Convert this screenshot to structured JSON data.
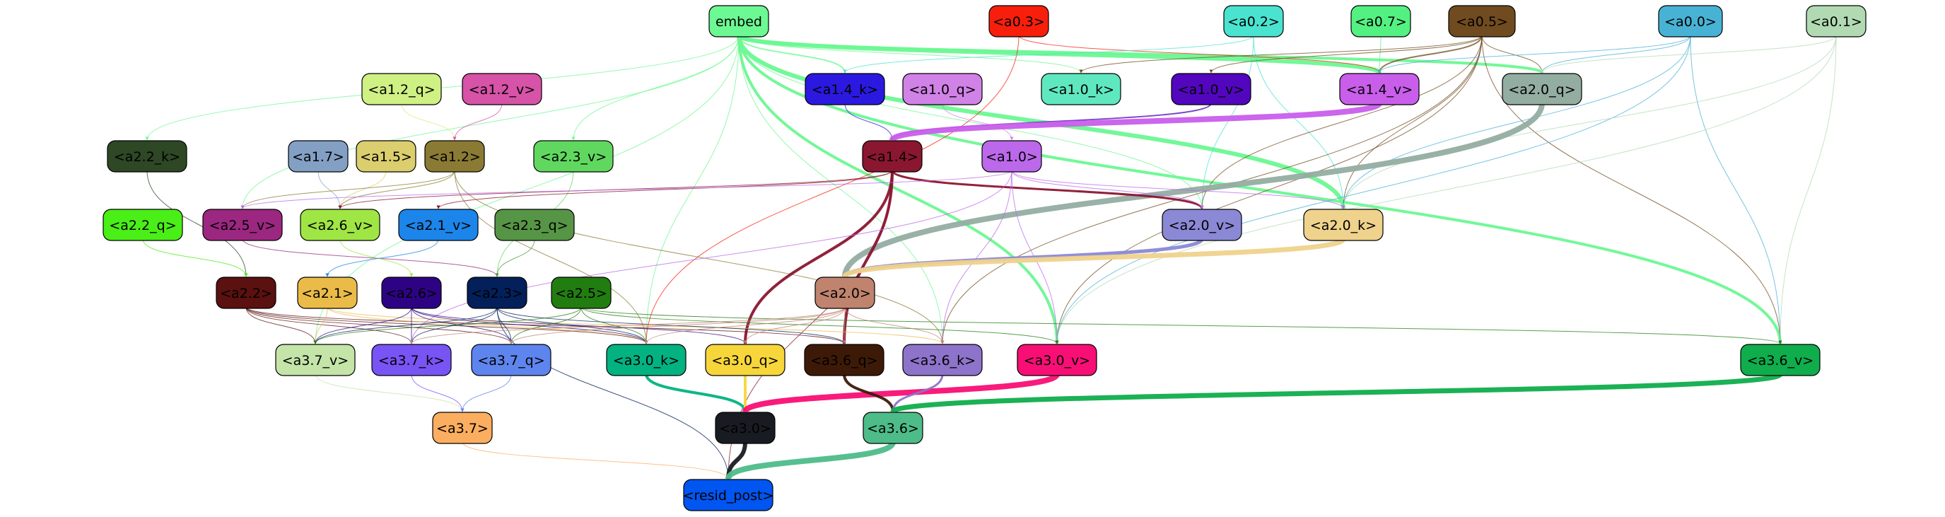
{
  "graph": {
    "nodes": [
      {
        "id": "embed",
        "label": "embed",
        "fill": "#6cf892",
        "text": "#000000"
      },
      {
        "id": "a0_3",
        "label": "<a0.3>",
        "fill": "#f71f0c",
        "text": "#000000"
      },
      {
        "id": "a0_2",
        "label": "<a0.2>",
        "fill": "#4ae3d0",
        "text": "#000000"
      },
      {
        "id": "a0_7",
        "label": "<a0.7>",
        "fill": "#53f182",
        "text": "#000000"
      },
      {
        "id": "a0_5",
        "label": "<a0.5>",
        "fill": "#704b1f",
        "text": "#000000"
      },
      {
        "id": "a0_0",
        "label": "<a0.0>",
        "fill": "#48b2d5",
        "text": "#000000"
      },
      {
        "id": "a0_1",
        "label": "<a0.1>",
        "fill": "#b1dab3",
        "text": "#000000"
      },
      {
        "id": "a1_2q",
        "label": "<a1.2_q>",
        "fill": "#cff083",
        "text": "#000000"
      },
      {
        "id": "a1_2v",
        "label": "<a1.2_v>",
        "fill": "#d653a7",
        "text": "#000000"
      },
      {
        "id": "a1_4k",
        "label": "<a1.4_k>",
        "fill": "#2b19e0",
        "text": "#000000"
      },
      {
        "id": "a1_0q",
        "label": "<a1.0_q>",
        "fill": "#d082e7",
        "text": "#000000"
      },
      {
        "id": "a1_0k",
        "label": "<a1.0_k>",
        "fill": "#5fe8bf",
        "text": "#000000"
      },
      {
        "id": "a1_0v",
        "label": "<a1.0_v>",
        "fill": "#5206be",
        "text": "#000000"
      },
      {
        "id": "a1_4v",
        "label": "<a1.4_v>",
        "fill": "#c95eeb",
        "text": "#000000"
      },
      {
        "id": "a2_0q",
        "label": "<a2.0_q>",
        "fill": "#94ada1",
        "text": "#000000"
      },
      {
        "id": "a2_2k",
        "label": "<a2.2_k>",
        "fill": "#2e4725",
        "text": "#000000"
      },
      {
        "id": "a1_7",
        "label": "<a1.7>",
        "fill": "#83a0c4",
        "text": "#000000"
      },
      {
        "id": "a1_5",
        "label": "<a1.5>",
        "fill": "#dbce6e",
        "text": "#000000"
      },
      {
        "id": "a1_2",
        "label": "<a1.2>",
        "fill": "#8a7a34",
        "text": "#000000"
      },
      {
        "id": "a2_3v",
        "label": "<a2.3_v>",
        "fill": "#60d85f",
        "text": "#000000"
      },
      {
        "id": "a1_4",
        "label": "<a1.4>",
        "fill": "#8b1630",
        "text": "#000000"
      },
      {
        "id": "a1_0",
        "label": "<a1.0>",
        "fill": "#bb68ea",
        "text": "#000000"
      },
      {
        "id": "a2_2q",
        "label": "<a2.2_q>",
        "fill": "#49ef16",
        "text": "#000000"
      },
      {
        "id": "a2_5v",
        "label": "<a2.5_v>",
        "fill": "#9b2780",
        "text": "#000000"
      },
      {
        "id": "a2_6v",
        "label": "<a2.6_v>",
        "fill": "#9fe544",
        "text": "#000000"
      },
      {
        "id": "a2_1v",
        "label": "<a2.1_v>",
        "fill": "#1c85ea",
        "text": "#000000"
      },
      {
        "id": "a2_3q",
        "label": "<a2.3_q>",
        "fill": "#569545",
        "text": "#000000"
      },
      {
        "id": "a2_0v",
        "label": "<a2.0_v>",
        "fill": "#8b88d5",
        "text": "#000000"
      },
      {
        "id": "a2_0k",
        "label": "<a2.0_k>",
        "fill": "#efd28c",
        "text": "#000000"
      },
      {
        "id": "a2_2",
        "label": "<a2.2>",
        "fill": "#5b110f",
        "text": "#000000"
      },
      {
        "id": "a2_1",
        "label": "<a2.1>",
        "fill": "#ebbb49",
        "text": "#000000"
      },
      {
        "id": "a2_6",
        "label": "<a2.6>",
        "fill": "#2e0383",
        "text": "#000000"
      },
      {
        "id": "a2_3",
        "label": "<a2.3>",
        "fill": "#03205b",
        "text": "#000000"
      },
      {
        "id": "a2_5",
        "label": "<a2.5>",
        "fill": "#227d11",
        "text": "#000000"
      },
      {
        "id": "a2_0",
        "label": "<a2.0>",
        "fill": "#bf836e",
        "text": "#000000"
      },
      {
        "id": "a3_7v",
        "label": "<a3.7_v>",
        "fill": "#c4e4a8",
        "text": "#000000"
      },
      {
        "id": "a3_7k",
        "label": "<a3.7_k>",
        "fill": "#7854f5",
        "text": "#000000"
      },
      {
        "id": "a3_7q",
        "label": "<a3.7_q>",
        "fill": "#5e84ee",
        "text": "#000000"
      },
      {
        "id": "a3_0k",
        "label": "<a3.0_k>",
        "fill": "#03b281",
        "text": "#000000"
      },
      {
        "id": "a3_0q",
        "label": "<a3.0_q>",
        "fill": "#f7d63c",
        "text": "#000000"
      },
      {
        "id": "a3_6q",
        "label": "<a3.6_q>",
        "fill": "#3d1a08",
        "text": "#000000"
      },
      {
        "id": "a3_6k",
        "label": "<a3.6_k>",
        "fill": "#8e73ca",
        "text": "#000000"
      },
      {
        "id": "a3_0v",
        "label": "<a3.0_v>",
        "fill": "#f80f75",
        "text": "#000000"
      },
      {
        "id": "a3_6v",
        "label": "<a3.6_v>",
        "fill": "#0fad4c",
        "text": "#000000"
      },
      {
        "id": "a3_7",
        "label": "<a3.7>",
        "fill": "#fbae5f",
        "text": "#000000"
      },
      {
        "id": "a3_0",
        "label": "<a3.0>",
        "fill": "#181c22",
        "text": "#000000"
      },
      {
        "id": "a3_6",
        "label": "<a3.6>",
        "fill": "#4dbc89",
        "text": "#000000"
      },
      {
        "id": "resid_post",
        "label": "<resid_post>",
        "fill": "#0155f0",
        "text": "#000000"
      }
    ],
    "edges": [
      {
        "from": "embed",
        "to": "a1_4v",
        "weight": 6,
        "color": "#6cf892"
      },
      {
        "from": "embed",
        "to": "a2_0k",
        "weight": 6,
        "color": "#6cf892"
      },
      {
        "from": "embed",
        "to": "a3_6v",
        "weight": 4,
        "color": "#6cf892"
      },
      {
        "from": "embed",
        "to": "a3_0v",
        "weight": 4,
        "color": "#6cf892"
      },
      {
        "from": "embed",
        "to": "a2_0q",
        "weight": 4,
        "color": "#6cf892"
      },
      {
        "from": "embed",
        "to": "a1_4k",
        "weight": 2,
        "color": "#6cf892"
      },
      {
        "from": "embed",
        "to": "a1_0k",
        "weight": 1,
        "color": "#6cf892"
      },
      {
        "from": "embed",
        "to": "a2_0v",
        "weight": 1,
        "color": "#6cf892"
      },
      {
        "from": "embed",
        "to": "a2_3v",
        "weight": 1,
        "color": "#6cf892"
      },
      {
        "from": "embed",
        "to": "a2_5v",
        "weight": 1,
        "color": "#6cf892"
      },
      {
        "from": "embed",
        "to": "a2_2k",
        "weight": 1,
        "color": "#6cf892"
      },
      {
        "from": "embed",
        "to": "a3_7v",
        "weight": 1,
        "color": "#6cf892"
      },
      {
        "from": "embed",
        "to": "a3_0k",
        "weight": 1,
        "color": "#6cf892"
      },
      {
        "from": "embed",
        "to": "a3_6k",
        "weight": 1,
        "color": "#6cf892"
      },
      {
        "from": "a0_3",
        "to": "a1_4v",
        "weight": 1,
        "color": "#f71f0c"
      },
      {
        "from": "a0_3",
        "to": "a3_0k",
        "weight": 1,
        "color": "#f71f0c"
      },
      {
        "from": "a0_2",
        "to": "a1_4k",
        "weight": 1,
        "color": "#4ae3d0"
      },
      {
        "from": "a0_2",
        "to": "a2_0v",
        "weight": 1,
        "color": "#4ae3d0"
      },
      {
        "from": "a0_2",
        "to": "a2_0k",
        "weight": 1,
        "color": "#4ae3d0"
      },
      {
        "from": "a0_7",
        "to": "a1_4v",
        "weight": 1,
        "color": "#53f182"
      },
      {
        "from": "a0_5",
        "to": "a1_0k",
        "weight": 1,
        "color": "#704b1f"
      },
      {
        "from": "a0_5",
        "to": "a1_0v",
        "weight": 1,
        "color": "#704b1f"
      },
      {
        "from": "a0_5",
        "to": "a1_4v",
        "weight": 2,
        "color": "#704b1f"
      },
      {
        "from": "a0_5",
        "to": "a2_0q",
        "weight": 1,
        "color": "#704b1f"
      },
      {
        "from": "a0_5",
        "to": "a2_0v",
        "weight": 1,
        "color": "#704b1f"
      },
      {
        "from": "a0_5",
        "to": "a2_0k",
        "weight": 1,
        "color": "#704b1f"
      },
      {
        "from": "a0_5",
        "to": "a3_0v",
        "weight": 1,
        "color": "#704b1f"
      },
      {
        "from": "a0_5",
        "to": "a3_6v",
        "weight": 1,
        "color": "#704b1f"
      },
      {
        "from": "a0_5",
        "to": "a3_6k",
        "weight": 1,
        "color": "#704b1f"
      },
      {
        "from": "a0_0",
        "to": "a1_4v",
        "weight": 1,
        "color": "#48b2d5"
      },
      {
        "from": "a0_0",
        "to": "a2_0q",
        "weight": 1,
        "color": "#48b2d5"
      },
      {
        "from": "a0_0",
        "to": "a2_0k",
        "weight": 1,
        "color": "#48b2d5"
      },
      {
        "from": "a0_0",
        "to": "a3_0v",
        "weight": 1,
        "color": "#48b2d5"
      },
      {
        "from": "a0_0",
        "to": "a3_6v",
        "weight": 1,
        "color": "#48b2d5"
      },
      {
        "from": "a0_1",
        "to": "a2_0q",
        "weight": 1,
        "color": "#b1dab3"
      },
      {
        "from": "a0_1",
        "to": "a2_0k",
        "weight": 1,
        "color": "#b1dab3"
      },
      {
        "from": "a0_1",
        "to": "a3_6v",
        "weight": 1,
        "color": "#b1dab3"
      },
      {
        "from": "a0_1",
        "to": "a3_0v",
        "weight": 1,
        "color": "#b1dab3"
      },
      {
        "from": "a1_2q",
        "to": "a1_2",
        "weight": 1,
        "color": "#cff083"
      },
      {
        "from": "a1_2v",
        "to": "a1_2",
        "weight": 1,
        "color": "#d653a7"
      },
      {
        "from": "a1_4k",
        "to": "a1_4",
        "weight": 1,
        "color": "#2b19e0"
      },
      {
        "from": "a1_0q",
        "to": "a1_0",
        "weight": 1,
        "color": "#d082e7"
      },
      {
        "from": "a1_0v",
        "to": "a1_4",
        "weight": 2,
        "color": "#5206be"
      },
      {
        "from": "a1_4v",
        "to": "a1_4",
        "weight": 8,
        "color": "#c95eeb"
      },
      {
        "from": "a2_0q",
        "to": "a2_0",
        "weight": 8,
        "color": "#94ada1"
      },
      {
        "from": "a2_2k",
        "to": "a2_2",
        "weight": 1,
        "color": "#2e4725"
      },
      {
        "from": "a1_7",
        "to": "a2_6v",
        "weight": 1,
        "color": "#83a0c4"
      },
      {
        "from": "a1_5",
        "to": "a2_6v",
        "weight": 1,
        "color": "#dbce6e"
      },
      {
        "from": "a1_2",
        "to": "a2_6v",
        "weight": 1,
        "color": "#8a7a34"
      },
      {
        "from": "a1_2",
        "to": "a2_5v",
        "weight": 1,
        "color": "#8a7a34"
      },
      {
        "from": "a1_2",
        "to": "a3_0k",
        "weight": 1,
        "color": "#8a7a34"
      },
      {
        "from": "a1_2",
        "to": "a3_6k",
        "weight": 1,
        "color": "#8a7a34"
      },
      {
        "from": "a2_3v",
        "to": "a2_3",
        "weight": 1,
        "color": "#60d85f"
      },
      {
        "from": "a1_4",
        "to": "a2_0v",
        "weight": 3,
        "color": "#8b1630"
      },
      {
        "from": "a1_4",
        "to": "a3_0q",
        "weight": 4,
        "color": "#8b1630"
      },
      {
        "from": "a1_4",
        "to": "a3_6q",
        "weight": 4,
        "color": "#8b1630"
      },
      {
        "from": "a1_4",
        "to": "a2_1v",
        "weight": 1,
        "color": "#8b1630"
      },
      {
        "from": "a1_4",
        "to": "a2_6v",
        "weight": 1,
        "color": "#8b1630"
      },
      {
        "from": "a1_4",
        "to": "resid_post",
        "weight": 1,
        "color": "#8b1630"
      },
      {
        "from": "a1_0",
        "to": "a2_0v",
        "weight": 1,
        "color": "#bb68ea"
      },
      {
        "from": "a1_0",
        "to": "a2_0k",
        "weight": 1,
        "color": "#bb68ea"
      },
      {
        "from": "a1_0",
        "to": "a3_0v",
        "weight": 1,
        "color": "#bb68ea"
      },
      {
        "from": "a1_0",
        "to": "a3_6k",
        "weight": 1,
        "color": "#bb68ea"
      },
      {
        "from": "a1_0",
        "to": "a2_5v",
        "weight": 1,
        "color": "#bb68ea"
      },
      {
        "from": "a1_0",
        "to": "a3_7k",
        "weight": 1,
        "color": "#bb68ea"
      },
      {
        "from": "a2_2q",
        "to": "a2_2",
        "weight": 1,
        "color": "#49ef16"
      },
      {
        "from": "a2_5v",
        "to": "a2_3",
        "weight": 1,
        "color": "#9b2780"
      },
      {
        "from": "a2_6v",
        "to": "a2_6",
        "weight": 1,
        "color": "#9fe544"
      },
      {
        "from": "a2_1v",
        "to": "a2_1",
        "weight": 1,
        "color": "#1c85ea"
      },
      {
        "from": "a2_3q",
        "to": "a2_3",
        "weight": 1,
        "color": "#569545"
      },
      {
        "from": "a2_0v",
        "to": "a2_0",
        "weight": 5,
        "color": "#8b88d5"
      },
      {
        "from": "a2_0k",
        "to": "a2_0",
        "weight": 7,
        "color": "#efd28c"
      },
      {
        "from": "a2_2",
        "to": "a3_7v",
        "weight": 1,
        "color": "#5b110f"
      },
      {
        "from": "a2_2",
        "to": "a3_7k",
        "weight": 1,
        "color": "#5b110f"
      },
      {
        "from": "a2_2",
        "to": "a3_7q",
        "weight": 1,
        "color": "#5b110f"
      },
      {
        "from": "a2_2",
        "to": "a3_0k",
        "weight": 1,
        "color": "#5b110f"
      },
      {
        "from": "a2_2",
        "to": "a3_6q",
        "weight": 1,
        "color": "#5b110f"
      },
      {
        "from": "a2_1",
        "to": "a3_7v",
        "weight": 1,
        "color": "#ebbb49"
      },
      {
        "from": "a2_1",
        "to": "a3_0k",
        "weight": 1,
        "color": "#ebbb49"
      },
      {
        "from": "a2_1",
        "to": "a3_6k",
        "weight": 1,
        "color": "#ebbb49"
      },
      {
        "from": "a2_6",
        "to": "a3_7v",
        "weight": 1,
        "color": "#2e0383"
      },
      {
        "from": "a2_6",
        "to": "a3_7k",
        "weight": 1,
        "color": "#2e0383"
      },
      {
        "from": "a2_6",
        "to": "a3_7q",
        "weight": 1,
        "color": "#2e0383"
      },
      {
        "from": "a2_6",
        "to": "a3_0k",
        "weight": 1,
        "color": "#2e0383"
      },
      {
        "from": "a2_6",
        "to": "a3_0q",
        "weight": 1,
        "color": "#2e0383"
      },
      {
        "from": "a2_3",
        "to": "a3_7v",
        "weight": 1,
        "color": "#03205b"
      },
      {
        "from": "a2_3",
        "to": "a3_7k",
        "weight": 1,
        "color": "#03205b"
      },
      {
        "from": "a2_3",
        "to": "a3_7q",
        "weight": 1,
        "color": "#03205b"
      },
      {
        "from": "a2_3",
        "to": "a3_0k",
        "weight": 1,
        "color": "#03205b"
      },
      {
        "from": "a2_3",
        "to": "a3_6q",
        "weight": 1,
        "color": "#03205b"
      },
      {
        "from": "a2_3",
        "to": "resid_post",
        "weight": 1,
        "color": "#03205b"
      },
      {
        "from": "a2_5",
        "to": "a3_7v",
        "weight": 1,
        "color": "#227d11"
      },
      {
        "from": "a2_5",
        "to": "a3_7q",
        "weight": 1,
        "color": "#227d11"
      },
      {
        "from": "a2_5",
        "to": "a3_0k",
        "weight": 1,
        "color": "#227d11"
      },
      {
        "from": "a2_5",
        "to": "a3_6v",
        "weight": 1,
        "color": "#227d11"
      },
      {
        "from": "a2_5",
        "to": "a3_0v",
        "weight": 1,
        "color": "#227d11"
      },
      {
        "from": "a2_0",
        "to": "a3_0k",
        "weight": 1,
        "color": "#bf836e"
      },
      {
        "from": "a2_0",
        "to": "a3_0q",
        "weight": 1,
        "color": "#bf836e"
      },
      {
        "from": "a2_0",
        "to": "a3_6q",
        "weight": 1,
        "color": "#bf836e"
      },
      {
        "from": "a2_0",
        "to": "a3_6k",
        "weight": 1,
        "color": "#bf836e"
      },
      {
        "from": "a2_0",
        "to": "a3_7k",
        "weight": 1,
        "color": "#bf836e"
      },
      {
        "from": "a2_0",
        "to": "a3_7q",
        "weight": 1,
        "color": "#bf836e"
      },
      {
        "from": "a3_7v",
        "to": "a3_7",
        "weight": 1,
        "color": "#c4e4a8"
      },
      {
        "from": "a3_7k",
        "to": "a3_7",
        "weight": 1,
        "color": "#7854f5"
      },
      {
        "from": "a3_7q",
        "to": "a3_7",
        "weight": 1,
        "color": "#5e84ee"
      },
      {
        "from": "a3_0k",
        "to": "a3_0",
        "weight": 4,
        "color": "#03b281"
      },
      {
        "from": "a3_0q",
        "to": "a3_0",
        "weight": 4,
        "color": "#f7d63c"
      },
      {
        "from": "a3_0v",
        "to": "a3_0",
        "weight": 8,
        "color": "#f80f75"
      },
      {
        "from": "a3_6q",
        "to": "a3_6",
        "weight": 4,
        "color": "#3d1a08"
      },
      {
        "from": "a3_6k",
        "to": "a3_6",
        "weight": 3,
        "color": "#8e73ca"
      },
      {
        "from": "a3_6v",
        "to": "a3_6",
        "weight": 7,
        "color": "#0fad4c"
      },
      {
        "from": "a3_7",
        "to": "resid_post",
        "weight": 1,
        "color": "#fbae5f"
      },
      {
        "from": "a3_0",
        "to": "resid_post",
        "weight": 6,
        "color": "#181c22"
      },
      {
        "from": "a3_6",
        "to": "resid_post",
        "weight": 8,
        "color": "#4dbc89"
      }
    ]
  }
}
